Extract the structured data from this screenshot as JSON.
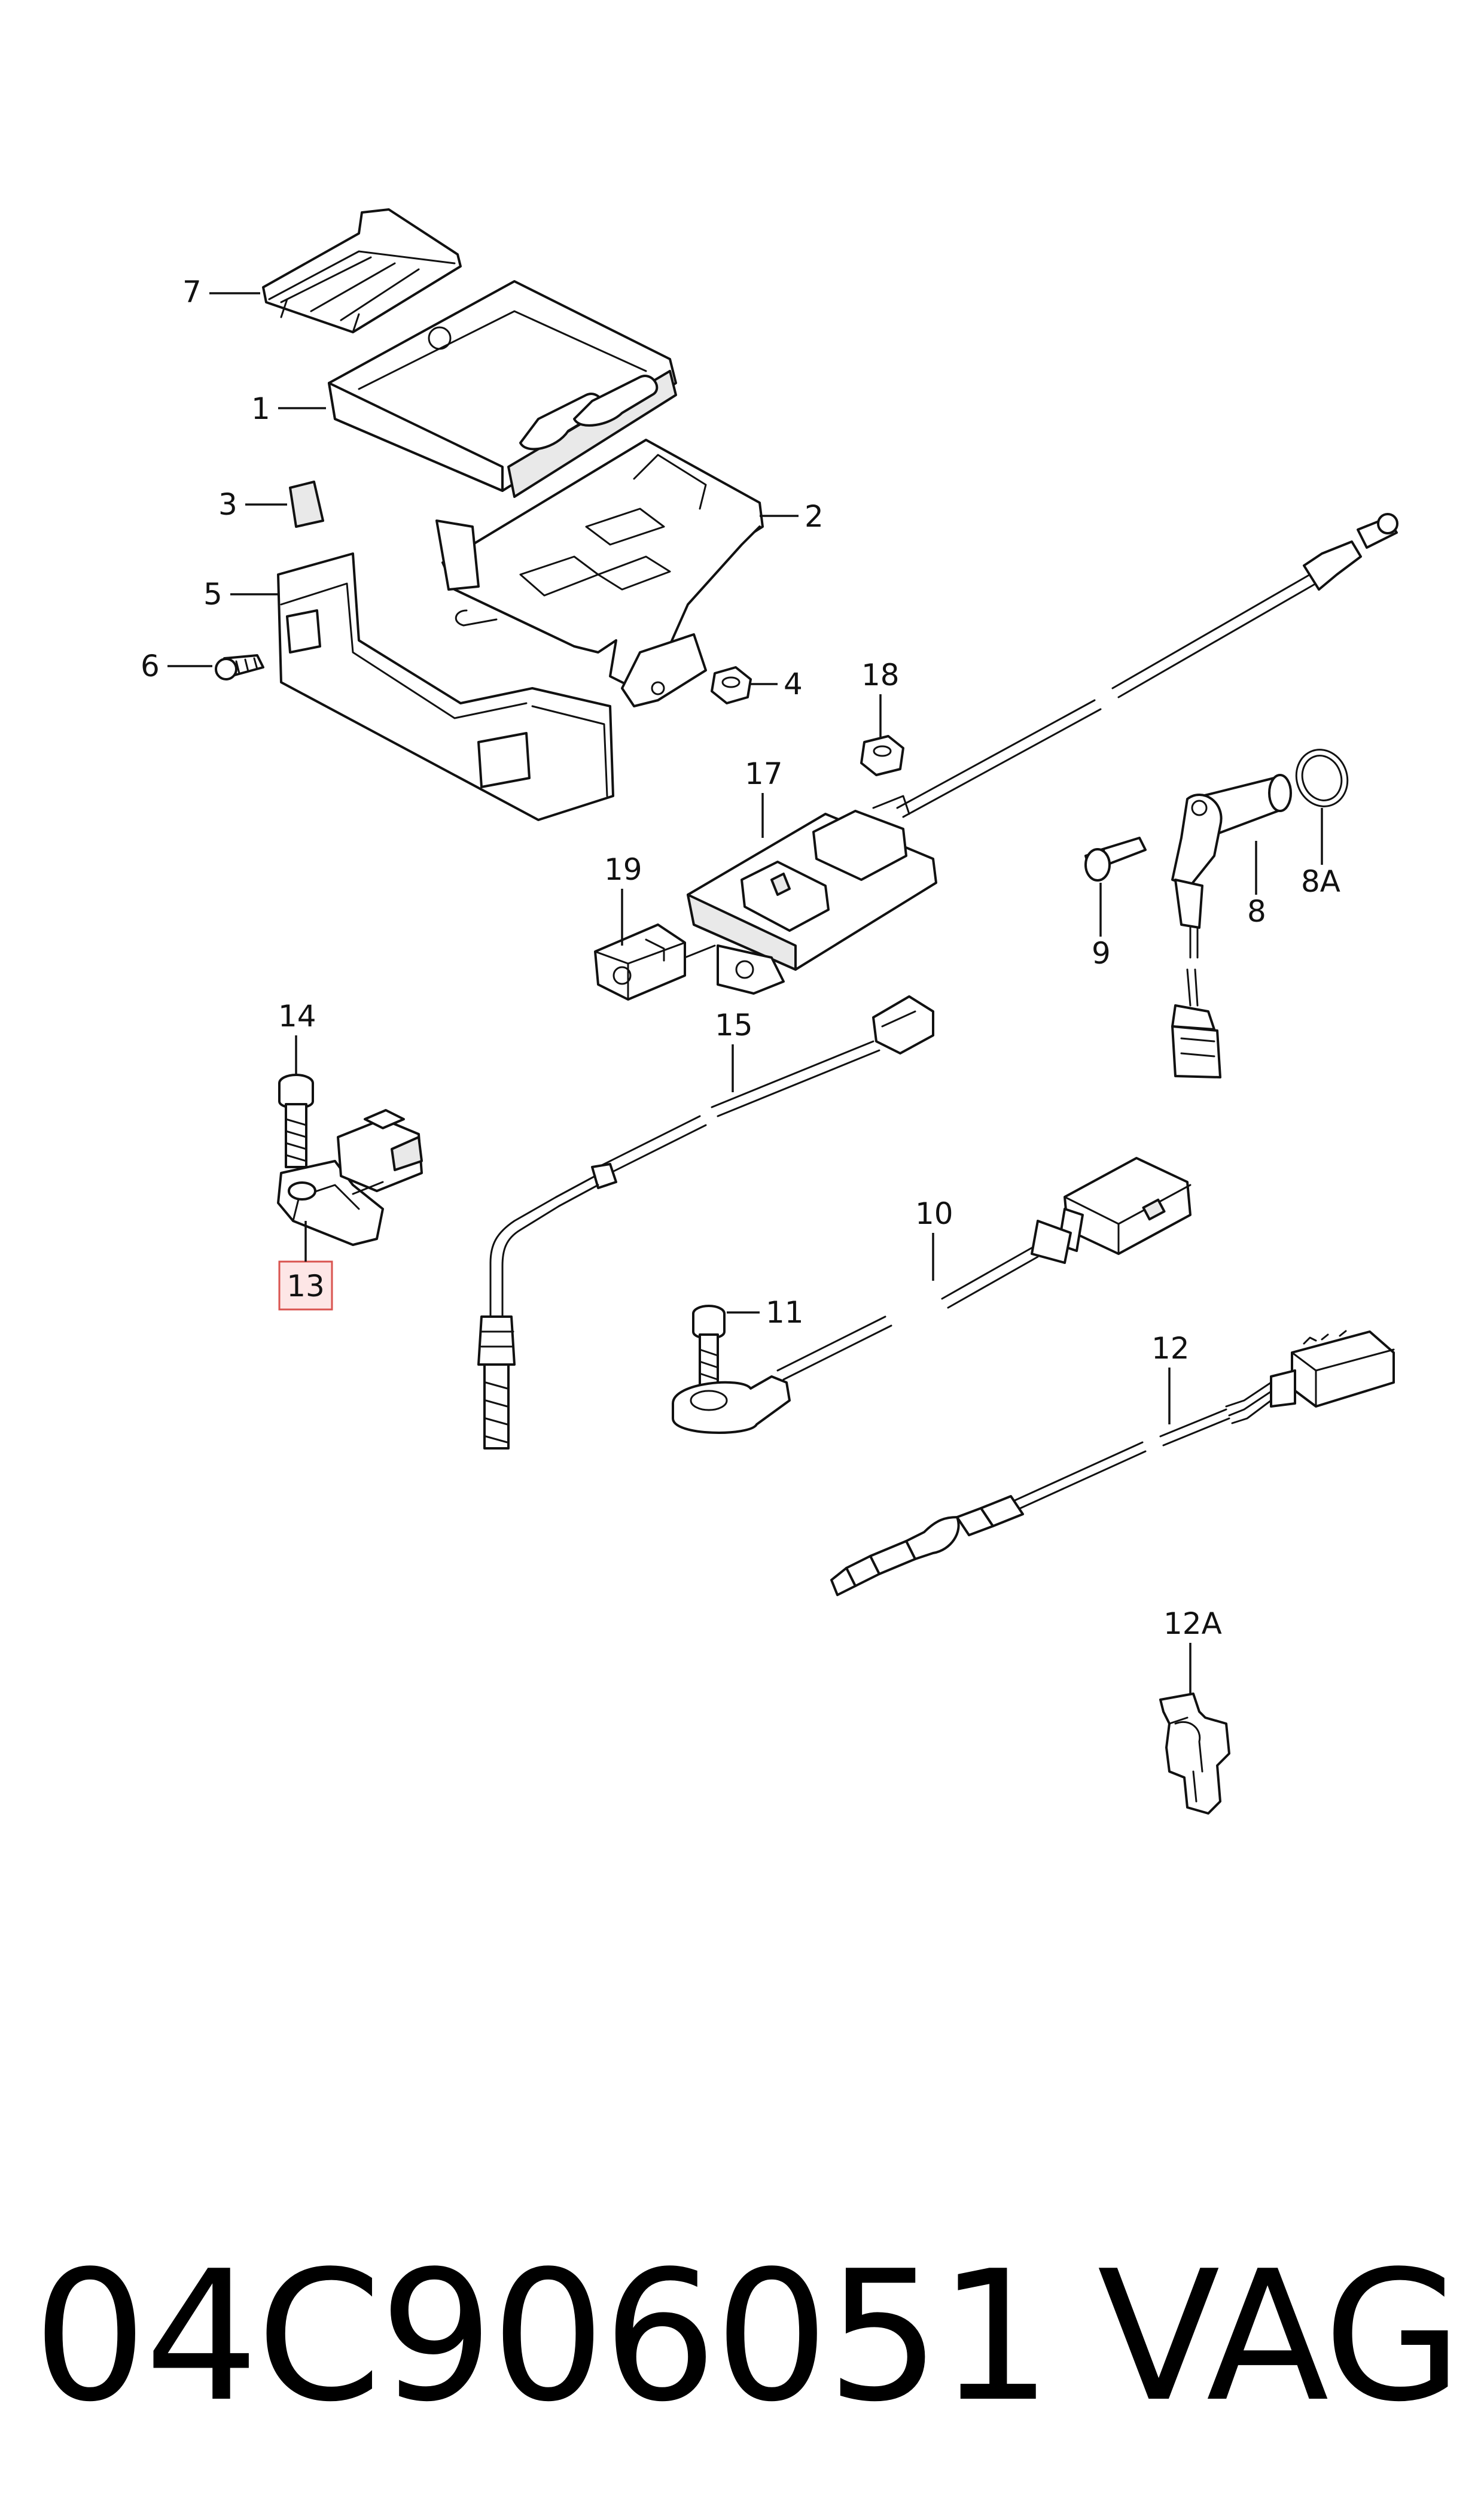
{
  "callouts": {
    "c7": "7",
    "c1": "1",
    "c3": "3",
    "c2": "2",
    "c5": "5",
    "c6": "6",
    "c4": "4",
    "c18": "18",
    "c17": "17",
    "c19": "19",
    "c9": "9",
    "c8": "8",
    "c8a": "8A",
    "c14": "14",
    "c15": "15",
    "c13": "13",
    "c10": "10",
    "c11": "11",
    "c12": "12",
    "c12a": "12A"
  },
  "highlighted_callout": "13",
  "footer": {
    "part_number": "04C906051",
    "brand": "VAG"
  },
  "colors": {
    "highlight_fill": "#fde6e6",
    "highlight_stroke": "#d9534f",
    "line": "#111111"
  }
}
